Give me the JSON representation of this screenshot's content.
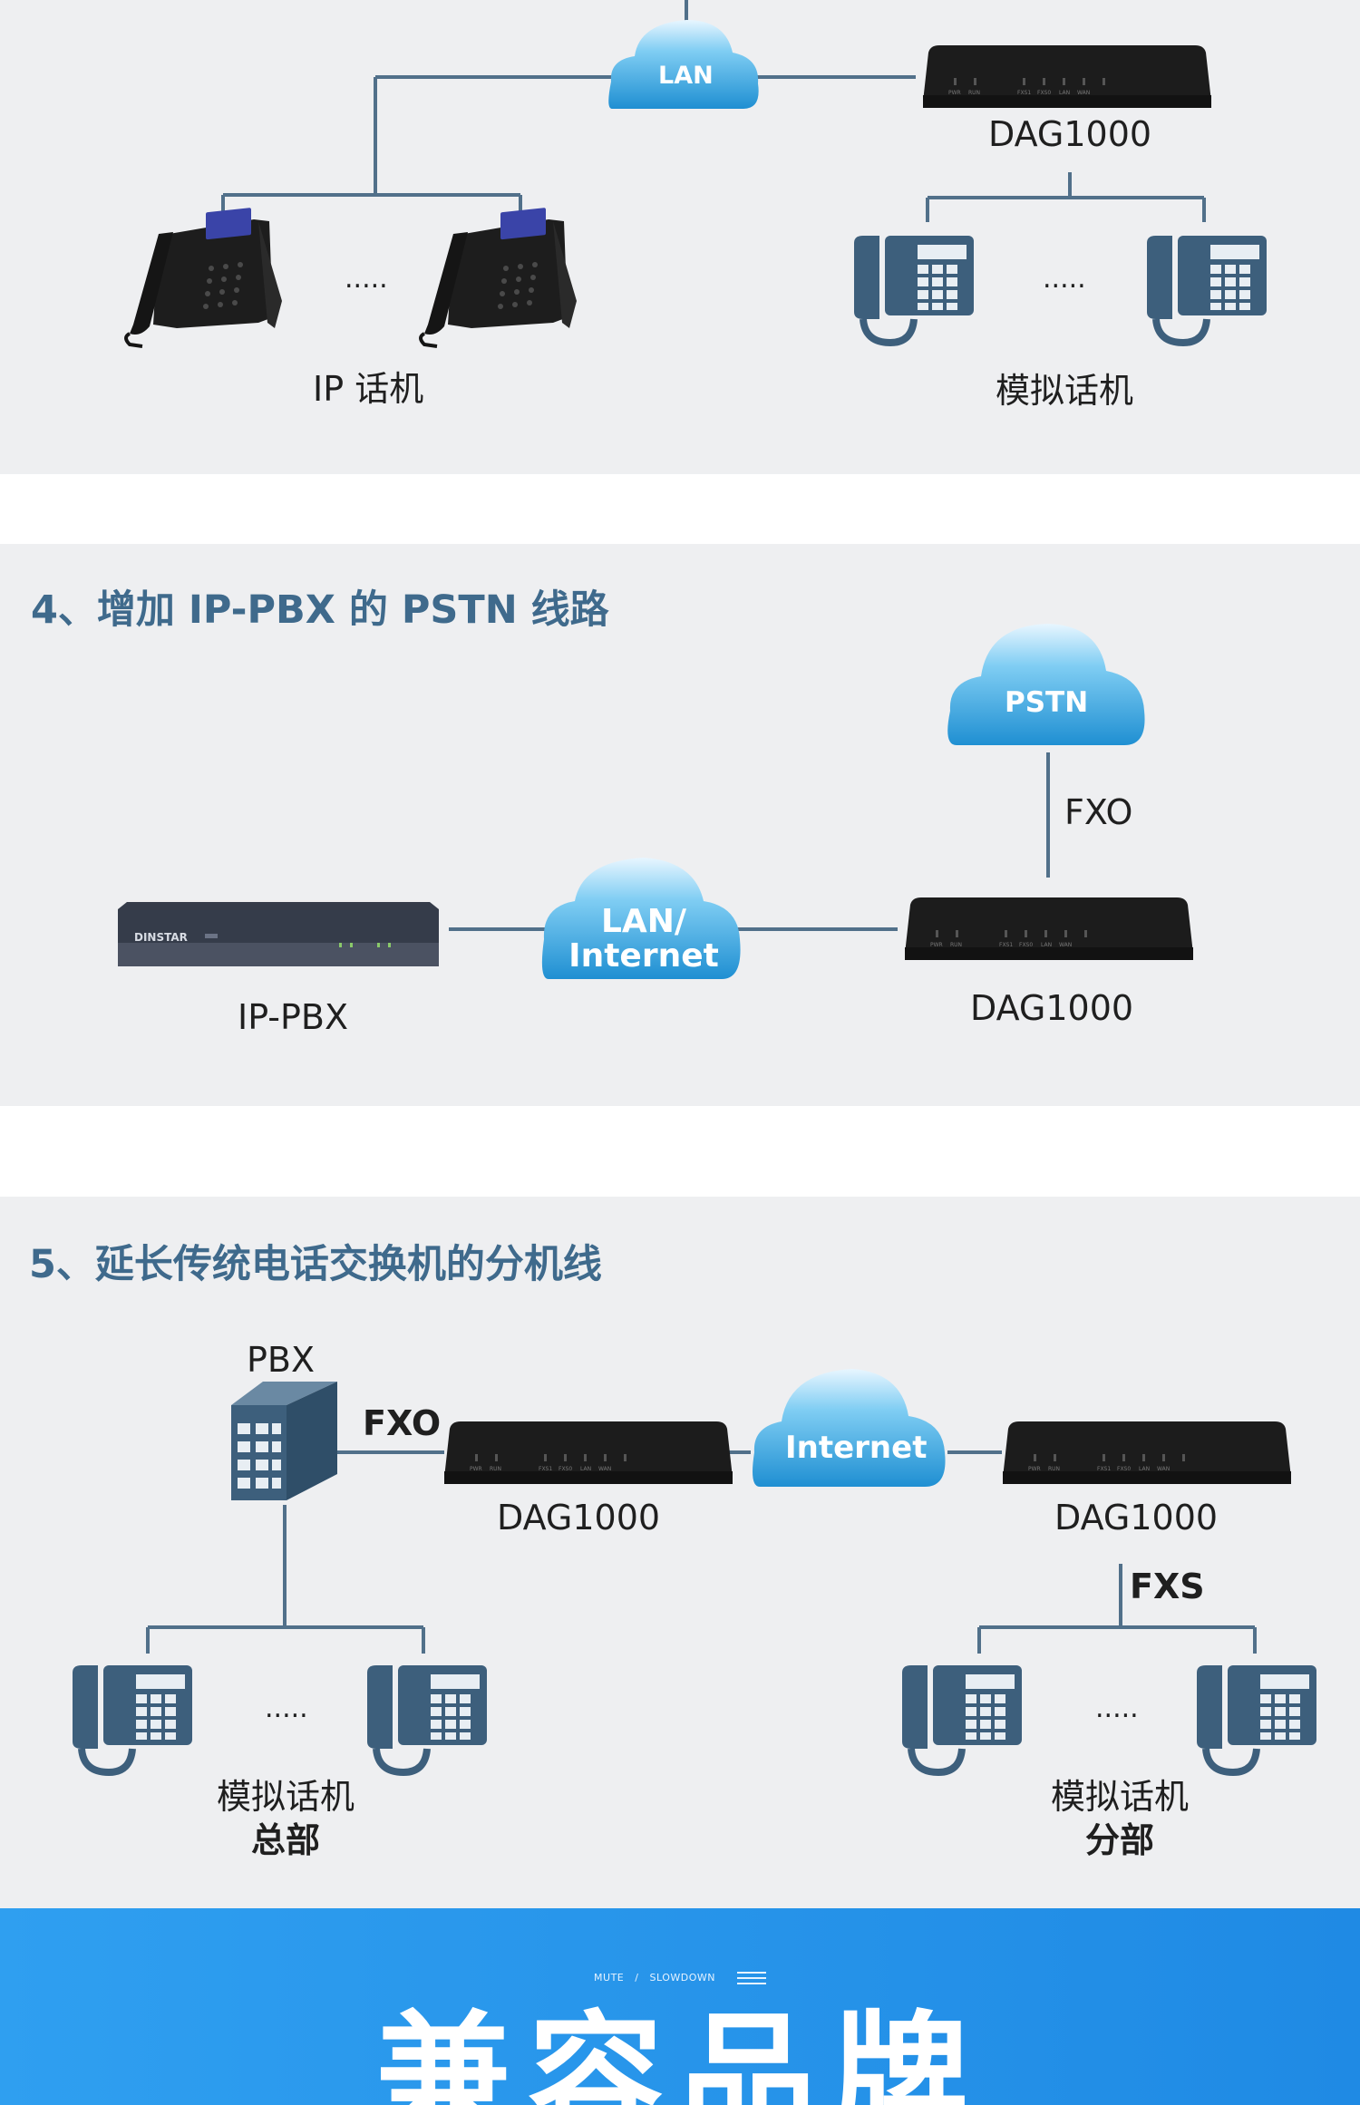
{
  "section3": {
    "cloud": "LAN",
    "gateway": "DAG1000",
    "ip_phones_label": "IP 话机",
    "analog_label": "模拟话机",
    "dots_left": ".....",
    "dots_right": "....."
  },
  "section4": {
    "title": "4、增加 IP-PBX 的 PSTN 线路",
    "pstn_cloud": "PSTN",
    "fxo": "FXO",
    "lan_cloud_line1": "LAN/",
    "lan_cloud_line2": "Internet",
    "ippbx_label": "IP-PBX",
    "ippbx_brand": "DINSTAR",
    "gateway": "DAG1000"
  },
  "section5": {
    "title": "5、延长传统电话交换机的分机线",
    "pbx": "PBX",
    "fxo": "FXO",
    "gateway_left": "DAG1000",
    "internet_cloud": "Internet",
    "gateway_right": "DAG1000",
    "fxs": "FXS",
    "analog_label_left": "模拟话机",
    "hq_label": "总部",
    "analog_label_right": "模拟话机",
    "branch_label": "分部",
    "dots_left": ".....",
    "dots_right": "....."
  },
  "footer": {
    "nav_mute": "MUTE",
    "nav_sep": "/",
    "nav_slowdown": "SLOWDOWN",
    "title": "兼容品牌"
  },
  "colors": {
    "panel_bg": "#eeeff1",
    "line": "#51708a",
    "title": "#3f6a8c",
    "cloud": "#2d9fdc",
    "phone": "#3d5f7c",
    "footer": "#2f9ff0"
  },
  "icons": [
    "cloud-icon",
    "gateway-device-icon",
    "ip-phone-icon",
    "analog-phone-icon",
    "pbx-building-icon",
    "ippbx-device-icon",
    "menu-icon"
  ]
}
